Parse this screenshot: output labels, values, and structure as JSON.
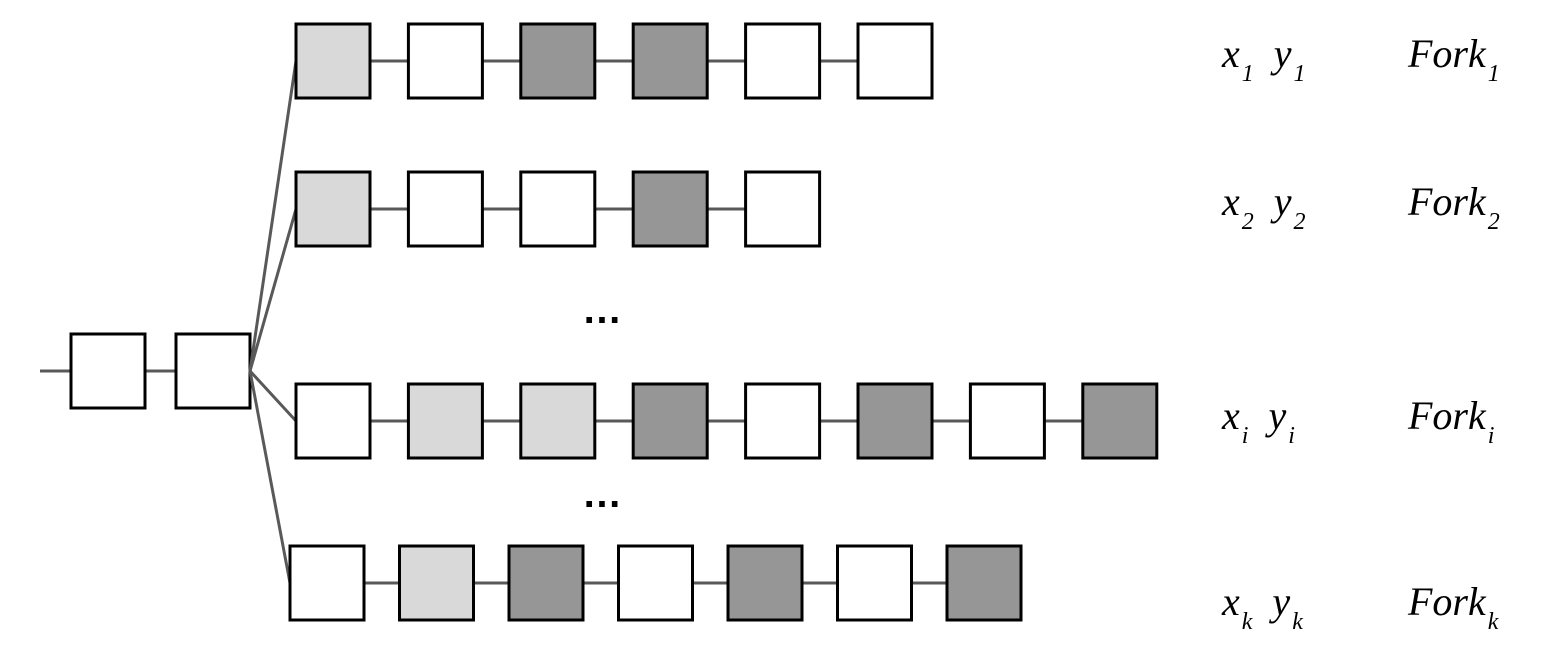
{
  "colors": {
    "white": "#ffffff",
    "light": "#d9d9d9",
    "dark": "#969696",
    "line": "#595959",
    "border": "#000000"
  },
  "root_blocks": [
    "white",
    "white"
  ],
  "forks": [
    {
      "blocks": [
        "light",
        "white",
        "dark",
        "dark",
        "white",
        "white"
      ],
      "x_var": "x",
      "y_var": "y",
      "sub": "1",
      "fork_name": "Fork"
    },
    {
      "blocks": [
        "light",
        "white",
        "white",
        "dark",
        "white"
      ],
      "x_var": "x",
      "y_var": "y",
      "sub": "2",
      "fork_name": "Fork"
    },
    {
      "blocks": [
        "white",
        "light",
        "light",
        "dark",
        "white",
        "dark",
        "white",
        "dark"
      ],
      "x_var": "x",
      "y_var": "y",
      "sub": "i",
      "fork_name": "Fork"
    },
    {
      "blocks": [
        "white",
        "light",
        "dark",
        "white",
        "dark",
        "white",
        "dark"
      ],
      "x_var": "x",
      "y_var": "y",
      "sub": "k",
      "fork_name": "Fork"
    }
  ],
  "ellipsis": [
    "…",
    "…"
  ]
}
